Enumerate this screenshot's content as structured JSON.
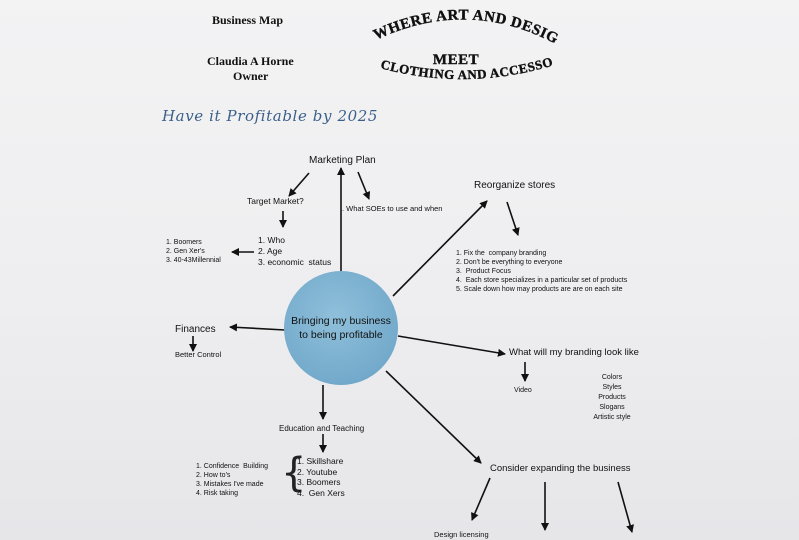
{
  "header": {
    "title": "Business Map",
    "owner_name": "Claudia A Horne",
    "owner_role": "Owner",
    "slogan": [
      "WHERE ART AND DESIGN",
      "MEET",
      "CLOTHING AND ACCESSORIES"
    ],
    "goal": "Have it Profitable by 2025"
  },
  "center": {
    "label": "Bringing my business to being profitable"
  },
  "marketing": {
    "title": "Marketing Plan",
    "target_market": "Target Market?",
    "soes": ". What SOEs to use and when",
    "who_list": "1. Who\n2. Age\n3. economic  status",
    "generations": "1. Boomers\n2. Gen Xer's\n3. 40-43Millennial"
  },
  "reorganize": {
    "title": "Reorganize stores",
    "items": "1. Fix the  company branding\n2. Don't be everything to everyone\n3.  Product Focus\n4.  Each store specializes in a particular set of products\n5. Scale down how may products are are on each site"
  },
  "finances": {
    "title": "Finances",
    "sub": "Better Control"
  },
  "branding": {
    "title": "What will my branding look like",
    "video": "Video",
    "items": "Colors\nStyles\nProducts\nSlogans\nArtistic style"
  },
  "education": {
    "title": "Education and Teaching",
    "platforms": "1. Skillshare\n2. Youtube\n3. Boomers\n4.  Gen Xers",
    "topics": "1. Confidence  Building\n2. How to's\n3. Mistakes I've made\n4. Risk taking"
  },
  "expanding": {
    "title": "Consider expanding the business",
    "design_licensing": "Design licensing"
  }
}
